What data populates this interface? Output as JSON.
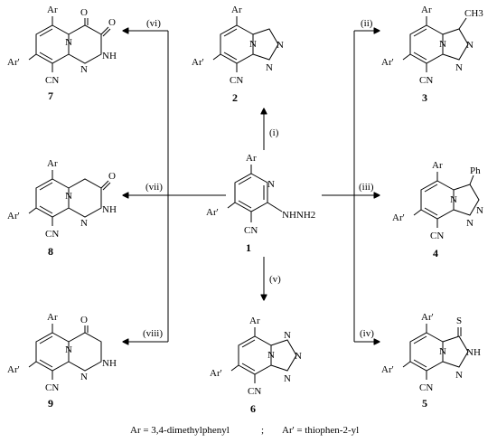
{
  "compounds": [
    {
      "id": "c7",
      "number": "7",
      "substituents": {
        "top": "Ar",
        "left": "Ar'",
        "bottom": "CN"
      },
      "ring_labels": [
        "O",
        "O",
        "N",
        "NH",
        "N"
      ]
    },
    {
      "id": "c2",
      "number": "2",
      "substituents": {
        "top": "Ar",
        "left": "Ar'",
        "bottom": "CN"
      },
      "ring_labels": [
        "N",
        "N",
        "N"
      ]
    },
    {
      "id": "c3",
      "number": "3",
      "substituents": {
        "top": "Ar",
        "left": "Ar'",
        "bottom": "CN",
        "extra": "CH3"
      },
      "ring_labels": [
        "N",
        "N",
        "N"
      ]
    },
    {
      "id": "c8",
      "number": "8",
      "substituents": {
        "top": "Ar",
        "left": "Ar'",
        "bottom": "CN"
      },
      "ring_labels": [
        "O",
        "N",
        "NH",
        "N"
      ]
    },
    {
      "id": "c1",
      "number": "1",
      "substituents": {
        "top": "Ar",
        "left": "Ar'",
        "bottom": "CN",
        "extra": "NHNH2"
      },
      "ring_labels": [
        "N"
      ]
    },
    {
      "id": "c4",
      "number": "4",
      "substituents": {
        "top": "Ar",
        "left": "Ar'",
        "bottom": "CN",
        "extra": "Ph"
      },
      "ring_labels": [
        "N",
        "N",
        "N"
      ]
    },
    {
      "id": "c9",
      "number": "9",
      "substituents": {
        "top": "Ar",
        "left": "Ar'",
        "bottom": "CN"
      },
      "ring_labels": [
        "O",
        "N",
        "NH",
        "N"
      ]
    },
    {
      "id": "c6",
      "number": "6",
      "substituents": {
        "top": "Ar",
        "left": "Ar'",
        "bottom": "CN"
      },
      "ring_labels": [
        "N",
        "N",
        "N",
        "N"
      ]
    },
    {
      "id": "c5",
      "number": "5",
      "substituents": {
        "top": "Ar'",
        "left": "Ar'",
        "bottom": "CN",
        "extra": "S"
      },
      "ring_labels": [
        "N",
        "NH",
        "N"
      ]
    }
  ],
  "steps": [
    "(i)",
    "(ii)",
    "(iii)",
    "(iv)",
    "(v)",
    "(vi)",
    "(vii)",
    "(viii)"
  ],
  "caption": {
    "ar": "Ar = 3,4-dimethylphenyl",
    "sep": ";",
    "arp": "Ar' = thiophen-2-yl"
  }
}
